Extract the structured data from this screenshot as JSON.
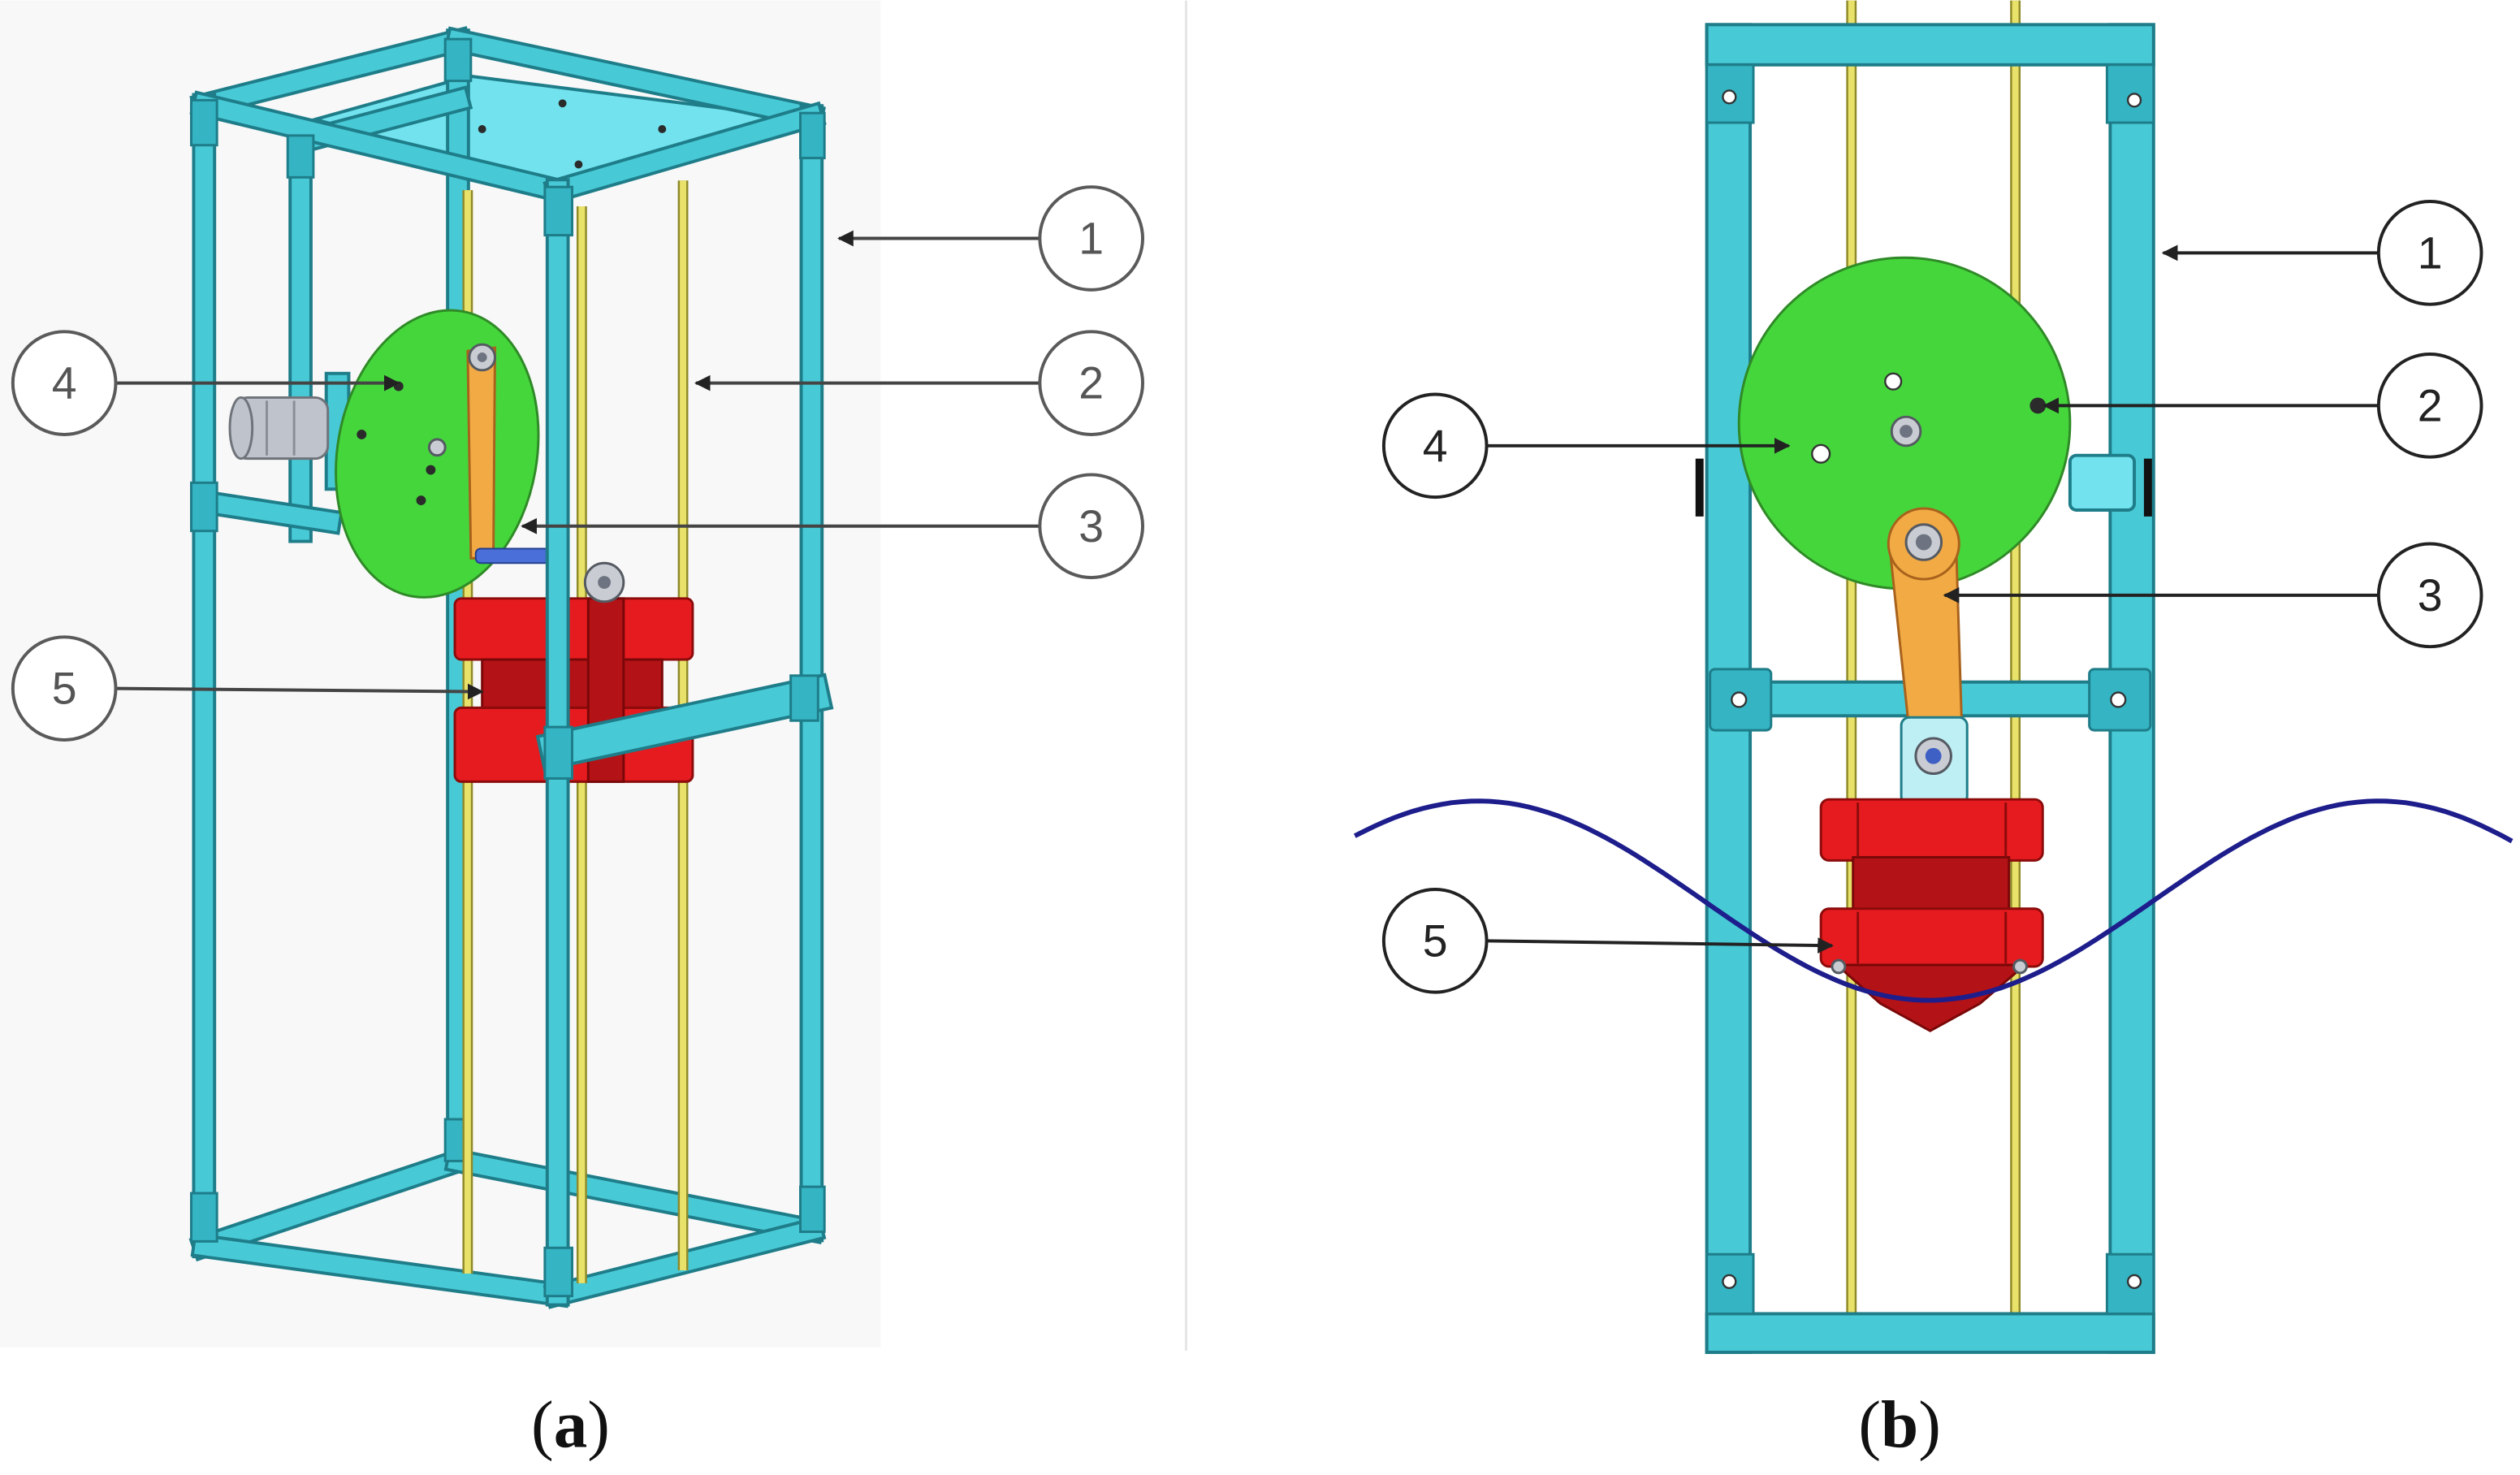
{
  "figure": {
    "panels": [
      {
        "caption": {
          "open": "(",
          "letter": "a",
          "close": ")"
        },
        "callouts": [
          "1",
          "2",
          "3",
          "4",
          "5"
        ]
      },
      {
        "caption": {
          "open": "(",
          "letter": "b",
          "close": ")"
        },
        "callouts": [
          "1",
          "2",
          "3",
          "4",
          "5"
        ]
      }
    ]
  },
  "colors": {
    "frame": "#48c9d6",
    "frame_edge": "#1e7d89",
    "frame_bracket": "#35b4c3",
    "rod": "#e9e26a",
    "disk": "#45d63c",
    "link": "#f2aa44",
    "piston": "#e61b1f",
    "piston_dark": "#b31217",
    "wave": "#1d1d8c"
  }
}
